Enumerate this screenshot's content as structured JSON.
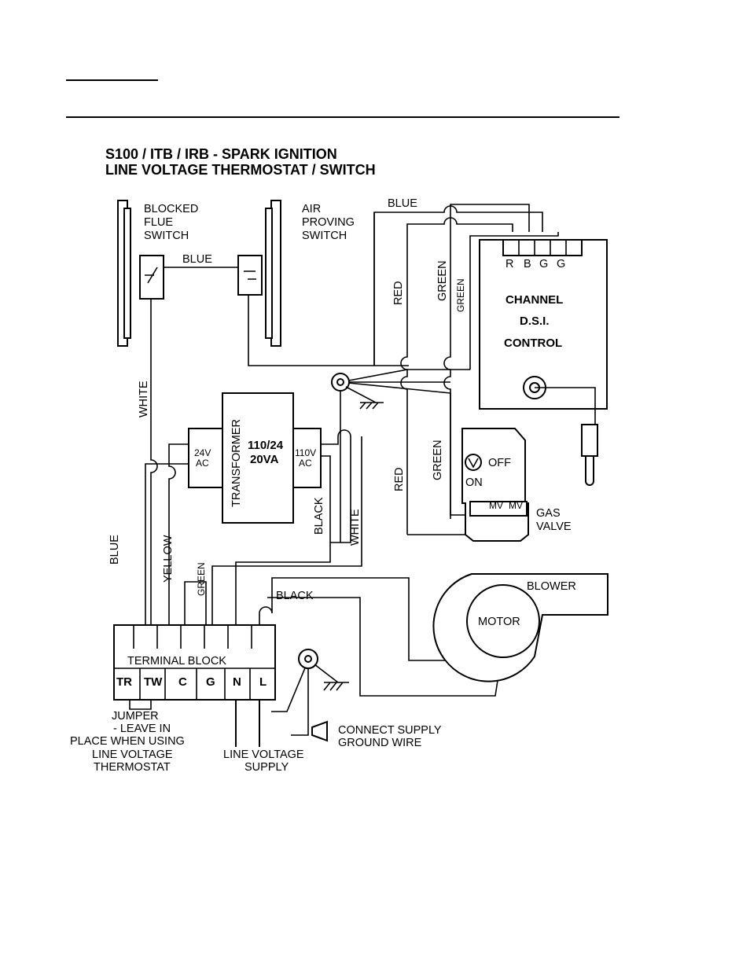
{
  "title": {
    "line1": "S100 / ITB / IRB - SPARK IGNITION",
    "line2": "LINE VOLTAGE THERMOSTAT / SWITCH"
  },
  "components": {
    "blocked_flue_switch": [
      "BLOCKED",
      "FLUE",
      "SWITCH"
    ],
    "air_proving_switch": [
      "AIR",
      "PROVING",
      "SWITCH"
    ],
    "control": {
      "lines": [
        "CHANNEL",
        "D.S.I.",
        "CONTROL"
      ],
      "terminals": [
        "R",
        "B",
        "G",
        "G"
      ]
    },
    "transformer": {
      "name": "TRANSFORMER",
      "rating_line1": "110/24",
      "rating_line2": "20VA",
      "low_side": [
        "24V",
        "AC"
      ],
      "high_side": [
        "110V",
        "AC"
      ]
    },
    "gas_valve": {
      "off": "OFF",
      "on": "ON",
      "mv1": "MV",
      "mv2": "MV",
      "name": [
        "GAS",
        "VALVE"
      ]
    },
    "blower": "BLOWER",
    "motor": "MOTOR",
    "terminal_block": {
      "name": "TERMINAL BLOCK",
      "terminals": [
        "TR",
        "TW",
        "C",
        "G",
        "N",
        "L"
      ]
    }
  },
  "wires": {
    "blue_top_left": "BLUE",
    "blue_top_right": "BLUE",
    "white_left": "WHITE",
    "red_upper": "RED",
    "green_upper_1": "GREEN",
    "green_upper_2": "GREEN",
    "green_lower": "GREEN",
    "red_lower": "RED",
    "black_trans": "BLACK",
    "white_trans": "WHITE",
    "blue_lower": "BLUE",
    "yellow": "YELLOW",
    "green_tb": "GREEN",
    "black_motor": "BLACK"
  },
  "notes": {
    "jumper": [
      "JUMPER",
      "- LEAVE IN",
      "PLACE WHEN USING",
      "LINE VOLTAGE",
      "THERMOSTAT"
    ],
    "supply": [
      "LINE VOLTAGE",
      "SUPPLY"
    ],
    "ground": [
      "CONNECT SUPPLY",
      "GROUND WIRE"
    ]
  }
}
